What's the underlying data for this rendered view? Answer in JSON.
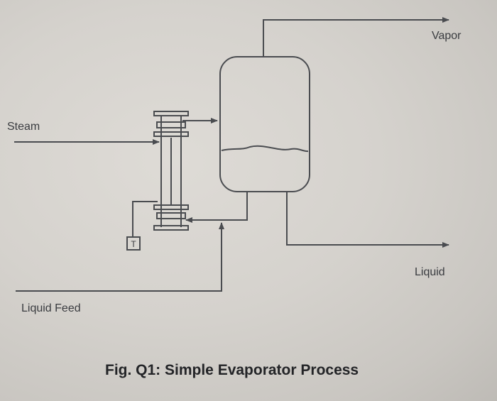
{
  "diagram": {
    "labels": {
      "steam": "Steam",
      "vapor": "Vapor",
      "liquid": "Liquid",
      "liquid_feed": "Liquid Feed",
      "temperature_indicator": "T"
    },
    "caption": "Fig. Q1: Simple Evaporator Process",
    "colors": {
      "background": "#d4d1cc",
      "line": "#4a4c50",
      "text": "#3a3c40"
    }
  }
}
